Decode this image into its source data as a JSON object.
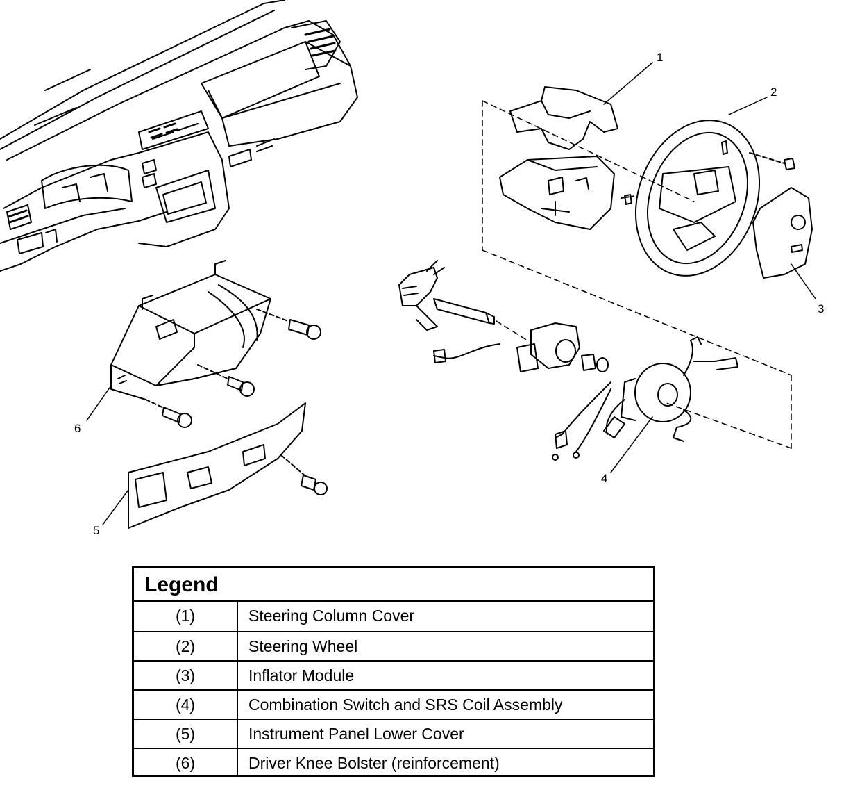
{
  "callouts": [
    "1",
    "2",
    "3",
    "4",
    "5",
    "6"
  ],
  "legend": {
    "title": "Legend",
    "rows": [
      {
        "num": "(1)",
        "desc": "Steering Column Cover"
      },
      {
        "num": "(2)",
        "desc": "Steering Wheel"
      },
      {
        "num": "(3)",
        "desc": "Inflator Module"
      },
      {
        "num": "(4)",
        "desc": "Combination Switch and SRS Coil Assembly"
      },
      {
        "num": "(5)",
        "desc": "Instrument Panel Lower Cover"
      },
      {
        "num": "(6)",
        "desc": "Driver Knee Bolster (reinforcement)"
      }
    ]
  }
}
